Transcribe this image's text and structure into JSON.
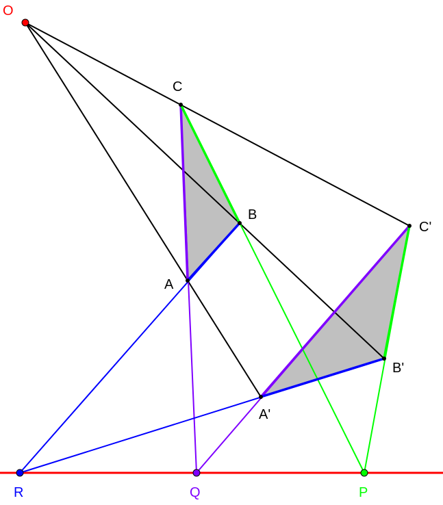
{
  "title": "Desargues configuration",
  "colors": {
    "red": "#ff0000",
    "blue": "#0000ff",
    "purple": "#7f00ff",
    "green": "#00ff00",
    "black": "#000000",
    "fill": "#c0c0c0"
  },
  "labels": {
    "O": "O",
    "A": "A",
    "B": "B",
    "C": "C",
    "A1": "A'",
    "B1": "B'",
    "C1": "C'",
    "P": "P",
    "Q": "Q",
    "R": "R"
  }
}
